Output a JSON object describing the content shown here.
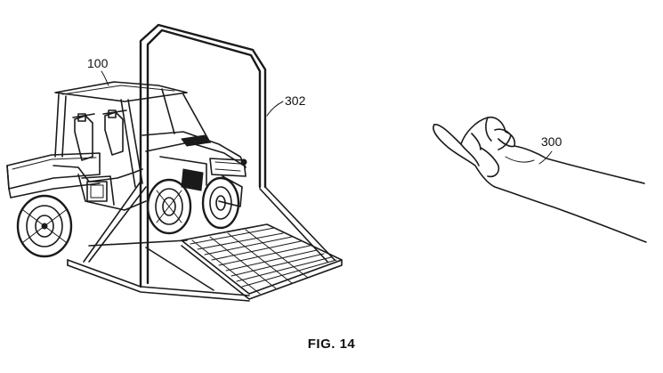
{
  "figure": {
    "caption": "FIG. 14",
    "labels": {
      "vehicle": "100",
      "gate_frame": "302",
      "arm": "300"
    }
  }
}
